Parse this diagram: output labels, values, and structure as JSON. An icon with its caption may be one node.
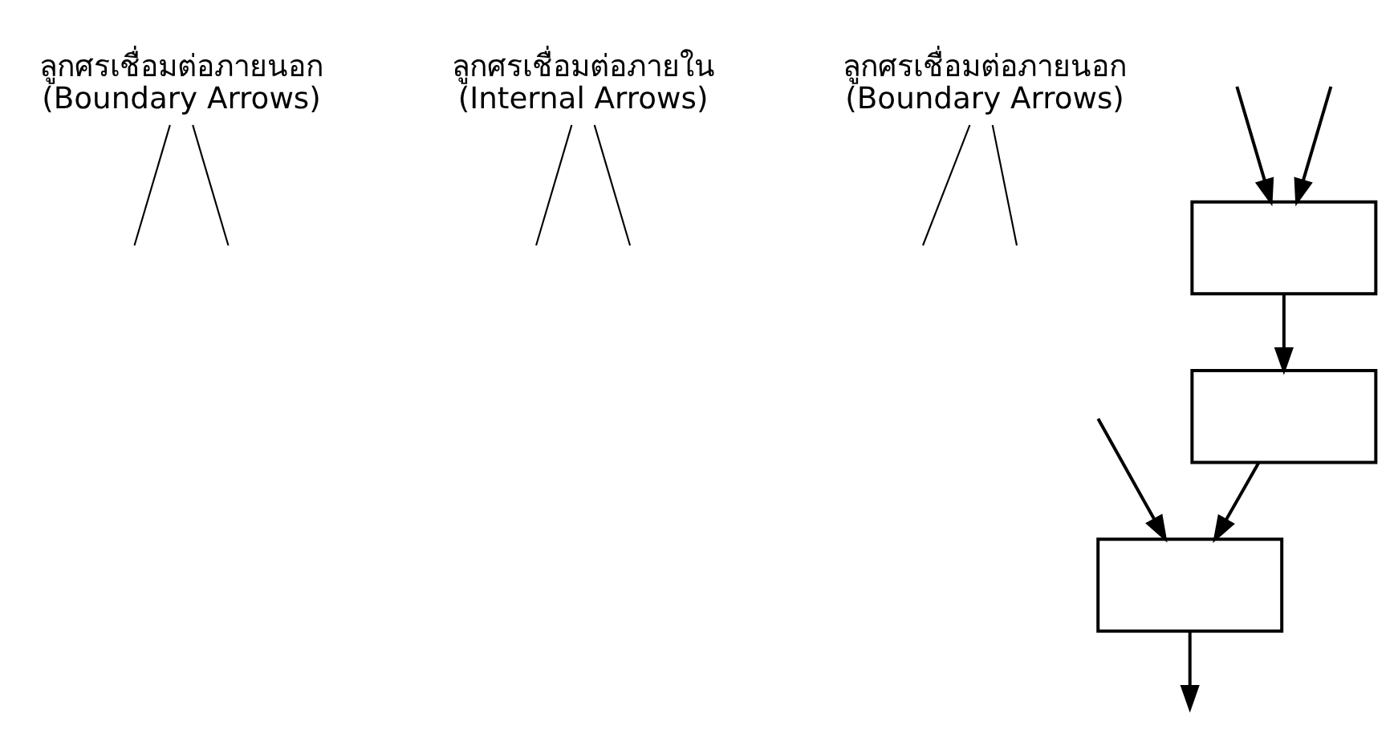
{
  "diagram": {
    "nodes": [
      {
        "text": [
          "ลูกศรเชื่อมต่อภายนอก",
          "(Boundary Arrows)"
        ]
      },
      {
        "text": [
          "ลูกศรเชื่อมต่อภายใน",
          "(Internal Arrows)"
        ]
      },
      {
        "text": [
          "ลูกศรเชื่อมต่อภายนอก",
          "(Boundary Arrows)"
        ]
      },
      {
        "text": [],
        "shape": "box"
      },
      {
        "text": [],
        "shape": "box"
      },
      {
        "text": [],
        "shape": "box"
      }
    ],
    "edges": [
      {
        "from": null,
        "to": 3,
        "arrow": "to"
      },
      {
        "from": null,
        "to": 3,
        "arrow": "to"
      },
      {
        "from": 3,
        "to": 4,
        "arrow": "to"
      },
      {
        "from": 4,
        "to": 5,
        "arrow": "to"
      },
      {
        "from": null,
        "to": 5,
        "arrow": "to"
      },
      {
        "from": 5,
        "to": null,
        "arrow": "to"
      },
      {
        "from": 0,
        "to": null,
        "arrow": "none"
      },
      {
        "from": 0,
        "to": null,
        "arrow": "none"
      },
      {
        "from": 1,
        "to": null,
        "arrow": "none"
      },
      {
        "from": 1,
        "to": null,
        "arrow": "none"
      },
      {
        "from": 2,
        "to": null,
        "arrow": "none"
      },
      {
        "from": 2,
        "to": null,
        "arrow": "none"
      }
    ]
  }
}
